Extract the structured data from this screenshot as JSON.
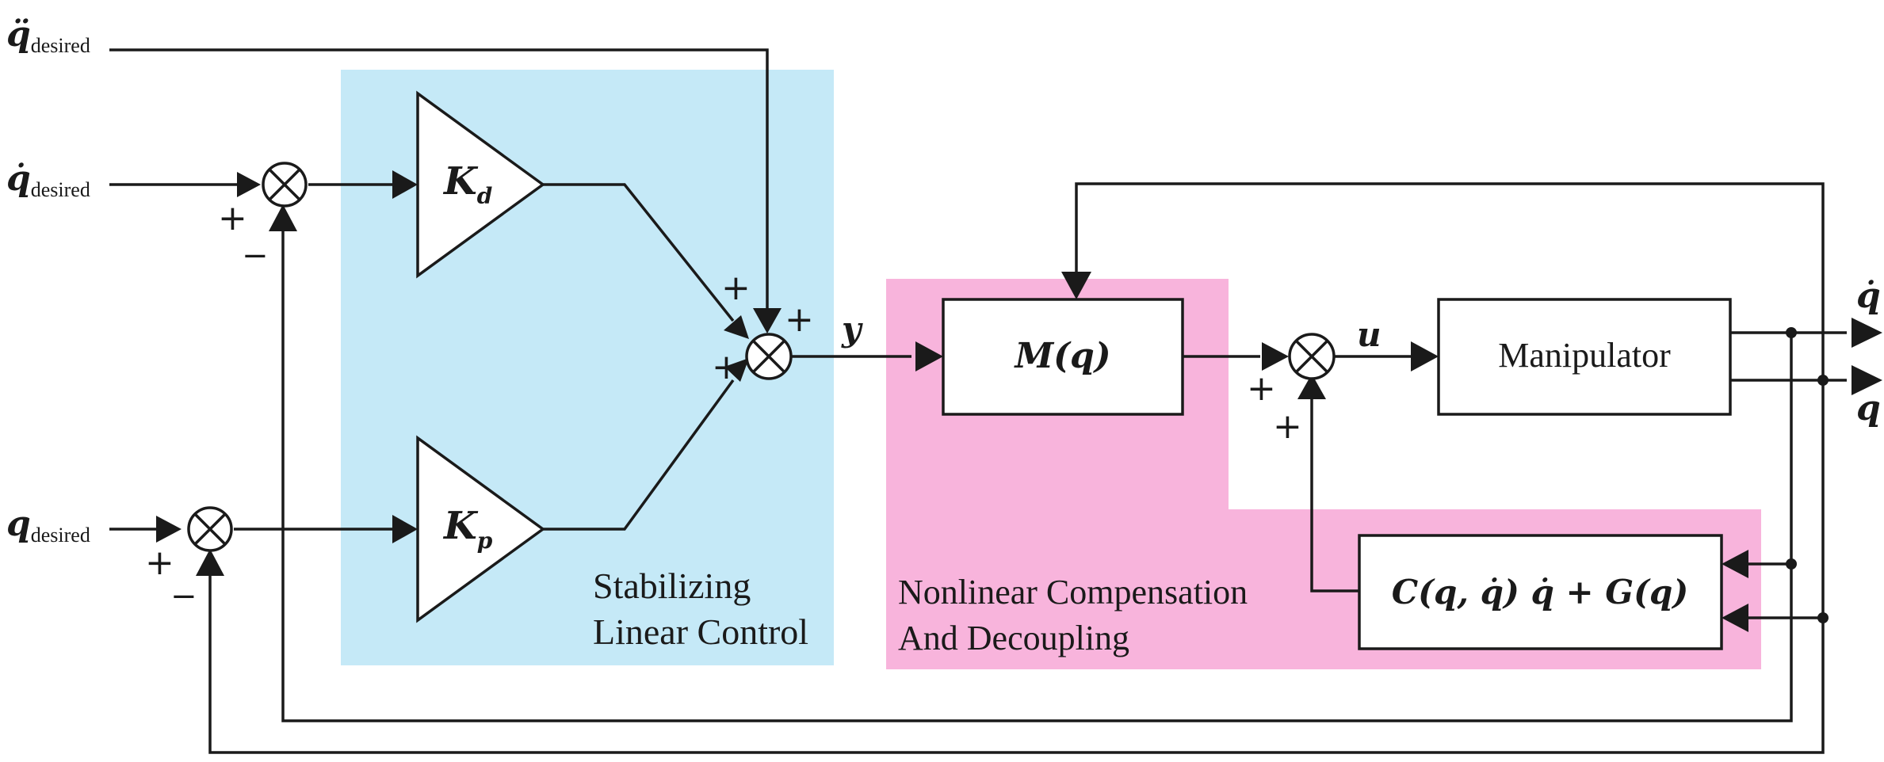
{
  "colors": {
    "linear_region": "#c5e9f7",
    "nonlinear_region": "#f8b4dc",
    "line": "#1a1a1a"
  },
  "inputs": {
    "acc_desired": {
      "symbol": "q̈",
      "sub": "desired"
    },
    "vel_desired": {
      "symbol": "q̇",
      "sub": "desired"
    },
    "pos_desired": {
      "symbol": "q",
      "sub": "desired"
    }
  },
  "gains": {
    "kd": {
      "symbol": "K",
      "sub": "d"
    },
    "kp": {
      "symbol": "K",
      "sub": "p"
    }
  },
  "regions": {
    "linear": {
      "line1": "Stabilizing",
      "line2": "Linear Control"
    },
    "nonlinear": {
      "line1": "Nonlinear Compensation",
      "line2": "And Decoupling"
    }
  },
  "blocks": {
    "mass_matrix": "M(q)",
    "manipulator": "Manipulator",
    "compensation": "C(q, q̇) q̇ + G(q)"
  },
  "signals": {
    "y": "y",
    "u": "u",
    "out_vel": "q̇",
    "out_pos": "q"
  },
  "signs": {
    "plus": "+",
    "minus": "−"
  }
}
